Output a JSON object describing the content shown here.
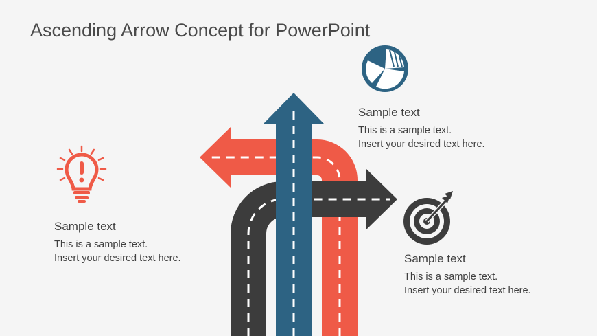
{
  "title": "Ascending Arrow Concept for PowerPoint",
  "colors": {
    "background": "#f5f5f5",
    "red": "#ef5a47",
    "blue": "#2d6383",
    "dark": "#3c3c3c",
    "text": "#3f3f3f"
  },
  "icons": {
    "lightbulb": "lightbulb-icon",
    "pie_chart": "pie-chart-icon",
    "target": "target-icon"
  },
  "blocks": [
    {
      "id": "left",
      "heading": "Sample text",
      "line1": "This is a sample text.",
      "line2": "Insert your desired text here."
    },
    {
      "id": "top",
      "heading": "Sample text",
      "line1": "This is a sample text.",
      "line2": "Insert your desired text here."
    },
    {
      "id": "right",
      "heading": "Sample text",
      "line1": "This is a sample text.",
      "line2": "Insert your desired text here."
    }
  ]
}
